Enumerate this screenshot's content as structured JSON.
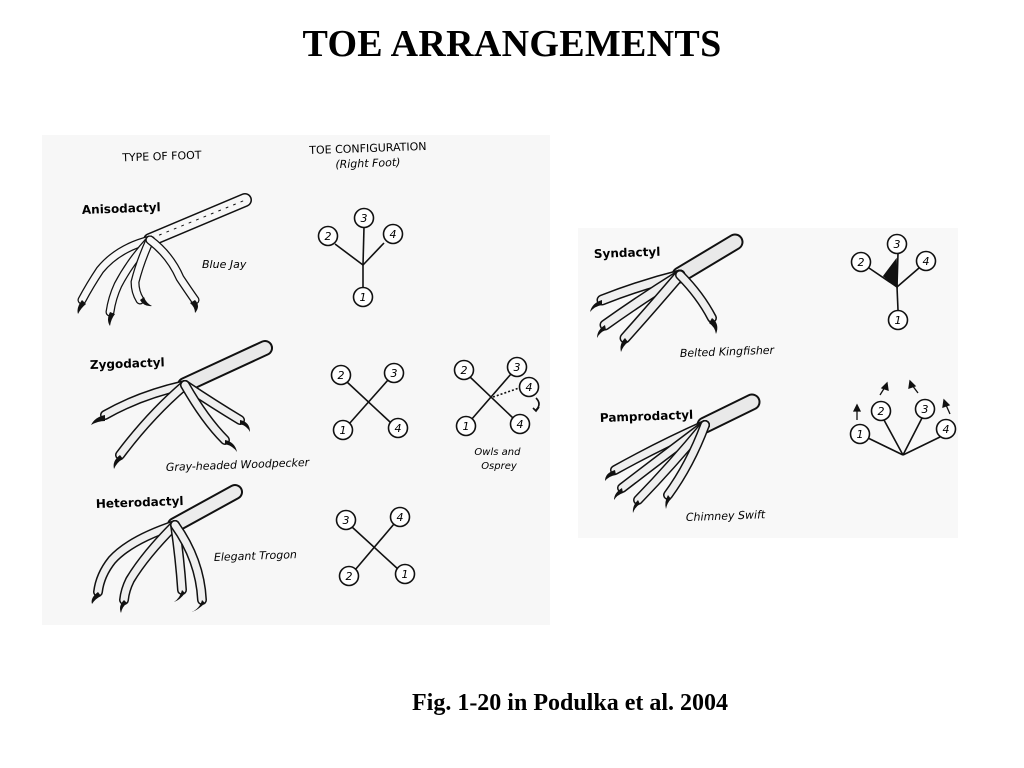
{
  "page": {
    "title": "TOE ARRANGEMENTS",
    "caption": "Fig. 1-20 in Podulka et al. 2004"
  },
  "figure": {
    "col_headers": {
      "type_of_foot": "TYPE OF FOOT",
      "toe_configuration": "TOE CONFIGURATION",
      "right_foot": "(Right Foot)"
    },
    "feet": [
      {
        "type": "Anisodactyl",
        "bird": "Blue Jay",
        "toes": [
          "1",
          "2",
          "3",
          "4"
        ]
      },
      {
        "type": "Zygodactyl",
        "bird": "Gray-headed Woodpecker",
        "toes": [
          "1",
          "2",
          "3",
          "4"
        ],
        "variant_note": "Owls and Osprey"
      },
      {
        "type": "Heterodactyl",
        "bird": "Elegant Trogon",
        "toes": [
          "1",
          "2",
          "3",
          "4"
        ]
      },
      {
        "type": "Syndactyl",
        "bird": "Belted Kingfisher",
        "toes": [
          "1",
          "2",
          "3",
          "4"
        ]
      },
      {
        "type": "Pamprodactyl",
        "bird": "Chimney Swift",
        "toes": [
          "1",
          "2",
          "3",
          "4"
        ]
      }
    ],
    "colors": {
      "panel_bg": "#f7f7f7",
      "ink": "#111111"
    }
  }
}
